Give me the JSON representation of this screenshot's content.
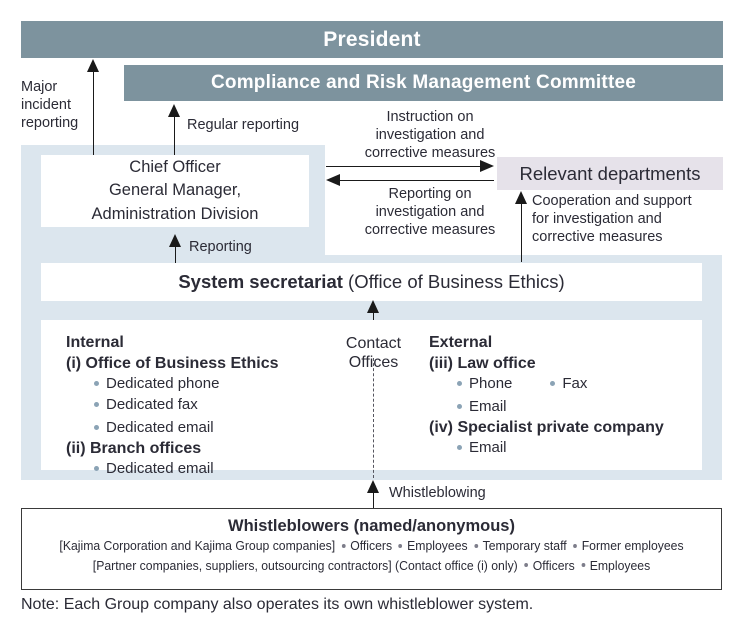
{
  "title_bars": {
    "president": "President",
    "committee": "Compliance and Risk Management Committee"
  },
  "boxes": {
    "chief_officer": "Chief Officer\nGeneral Manager,\nAdministration Division",
    "secretariat_bold": "System secretariat",
    "secretariat_rest": " (Office of Business Ethics)",
    "relevant_departments": "Relevant departments"
  },
  "arrow_labels": {
    "major_incident": "Major\nincident\nreporting",
    "regular_reporting": "Regular reporting",
    "instruction": "Instruction on\ninvestigation and\ncorrective measures",
    "reporting_on": "Reporting on\ninvestigation and\ncorrective measures",
    "cooperation": "Cooperation and support\nfor investigation and\ncorrective measures",
    "reporting": "Reporting",
    "whistleblowing": "Whistleblowing"
  },
  "contact_offices": {
    "middle_label": "Contact\nOffices",
    "internal": {
      "heading": "Internal",
      "groups": [
        {
          "label": "(i) Office of Business Ethics",
          "rows": [
            [
              "Dedicated phone",
              "Dedicated fax"
            ],
            [
              "Dedicated email"
            ]
          ]
        },
        {
          "label": "(ii) Branch offices",
          "rows": [
            [
              "Dedicated email"
            ]
          ]
        }
      ]
    },
    "external": {
      "heading": "External",
      "groups": [
        {
          "label": "(iii) Law office",
          "rows": [
            [
              "Phone",
              "Fax"
            ],
            [
              "Email"
            ]
          ]
        },
        {
          "label": "(iv) Specialist private company",
          "rows": [
            [
              "Email"
            ]
          ]
        }
      ]
    }
  },
  "whistleblowers": {
    "title": "Whistleblowers (named/anonymous)",
    "line1_prefix": "[Kajima Corporation and Kajima Group companies]",
    "line1_items": [
      "Officers",
      "Employees",
      "Temporary staff",
      "Former employees"
    ],
    "line2_prefix": "[Partner companies, suppliers, outsourcing contractors] (Contact office (i) only)",
    "line2_items": [
      "Officers",
      "Employees"
    ]
  },
  "note": "Note: Each Group company also operates its own whistleblower system.",
  "colors": {
    "bar": "#7d939e",
    "panel": "#dce6ee",
    "relevant": "#e6e2ea",
    "bullet": "#8ba3b5",
    "line": "#1a1a1a"
  }
}
